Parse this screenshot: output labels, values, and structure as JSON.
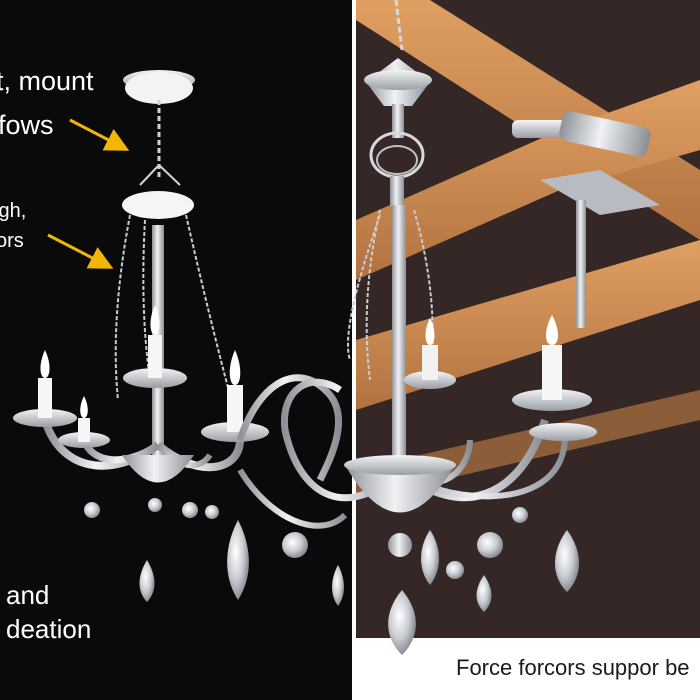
{
  "annotations": {
    "top_line1": "t, mount",
    "top_line2": "fows",
    "mid_line1": "igh,",
    "mid_line2": "ors",
    "bottom_line1": "and",
    "bottom_line2": "deation"
  },
  "caption": "Force forcors suppor be",
  "colors": {
    "left_background": "#0a0a0a",
    "beam_wood": "#c98a4e",
    "ceiling_shadow": "#3a2c2a",
    "arrow_yellow": "#f2b705",
    "chandelier_metal": "#c9ccd1"
  }
}
